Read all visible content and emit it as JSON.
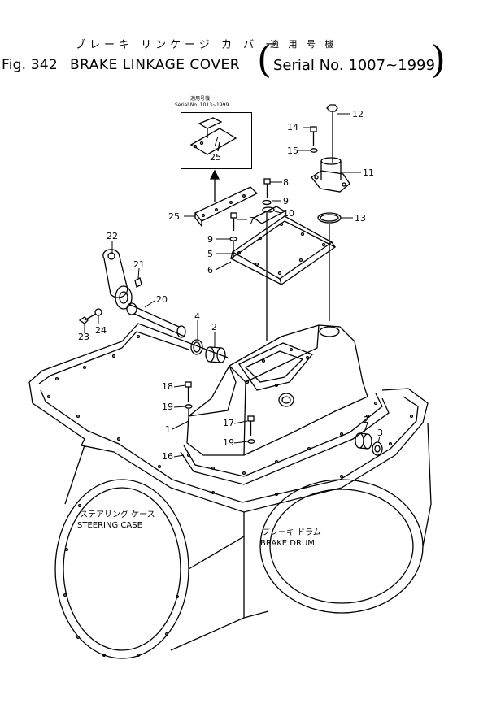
{
  "header": {
    "fig_no": "Fig. 342",
    "title": "BRAKE LINKAGE COVER",
    "title_jp": "ブレーキ リンケージ カ バ ー",
    "serial_jp": "適 用 号 機",
    "serial": "Serial No. 1007~1999",
    "paren_open": "(",
    "paren_close": ")"
  },
  "inset": {
    "jp": "適用号機",
    "serial": "Serial No. 1013~1999",
    "part": "25"
  },
  "callouts": [
    "12",
    "14",
    "15",
    "11",
    "8",
    "9",
    "10",
    "13",
    "7",
    "25",
    "9",
    "5",
    "6",
    "22",
    "21",
    "20",
    "4",
    "2",
    "23",
    "24",
    "18",
    "19",
    "17",
    "1",
    "19",
    "16",
    "2",
    "3"
  ],
  "captions": {
    "steering_jp": "ステアリング ケース",
    "steering_en": "STEERING CASE",
    "brake_jp": "ブレーキ ドラム",
    "brake_en": "BRAKE DRUM"
  }
}
